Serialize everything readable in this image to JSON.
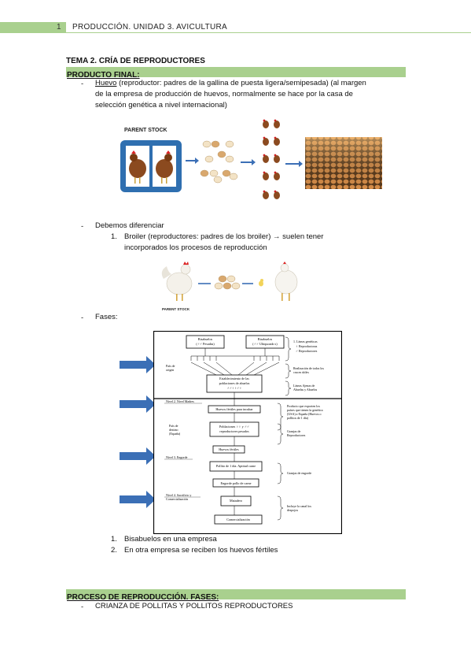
{
  "header": {
    "page_number": "1",
    "title": "PRODUCCIÓN. UNIDAD 3. AVICULTURA"
  },
  "tema_title": "TEMA 2. CRÍA DE REPRODUCTORES",
  "section1": {
    "label": "PRODUCTO FINAL:"
  },
  "bullet1": {
    "dash": "-",
    "underlined": "Huevo",
    "line1_rest": " (reproductor: padres de la gallina de puesta ligera/semipesada) (al margen",
    "line2": "de la empresa de producción de huevos, normalmente se hace por la casa de",
    "line3": "selección genética a nivel internacional)"
  },
  "figure1": {
    "label": "PARENT STOCK"
  },
  "bullet2": {
    "dash": "-",
    "text": "Debemos diferenciar",
    "sub1_num": "1.",
    "sub1_line1": "Broiler (reproductores: padres de los broiler) → suelen tener",
    "sub1_line2": "incorporados los procesos de reproducción"
  },
  "figure2": {
    "label": "PARENT STOCK"
  },
  "bullet3": {
    "dash": "-",
    "text": "Fases:"
  },
  "diagram": {
    "bisabuelos_left": [
      "Bisabuelos",
      "(♂♂ Pesadas)"
    ],
    "bisabuelos_right": [
      "Bisabuelos",
      "(♂♂ Ubiquoado s)"
    ],
    "establecimiento": [
      "Establecimiento de las",
      "poblaciones de abuelos",
      "♂♂♀♀♂♀"
    ],
    "pais_origen": [
      "País de",
      "origen"
    ],
    "huevos_fertiles_incubar": "Huevos fértiles para incubar",
    "poblaciones_reproductores": [
      "Poblaciones ♀♀ y ♂♂",
      "reproductores pesados"
    ],
    "pais_destino": [
      "País de",
      "destino",
      "(España)"
    ],
    "huevos_fertiles": "Huevos fértiles",
    "pollito_1dia": "Pollito de 1 día. Aptitud carne",
    "engorde": "Engorde pollo de carne",
    "matadero": "Matadero",
    "comercializacion": "Comercialización",
    "nivel2": "Nivel 2. Nivel Madres",
    "nivel3": "Nivel 3. Engorde",
    "nivel4": [
      "Nivel 4. Sacrificio y",
      "Comercialización"
    ],
    "right_lineas": [
      "1. Líneas genéticas",
      "♀ Reproductoras",
      "♂ Reproductores"
    ],
    "right_realizacion": [
      "Realización de todos los",
      "cruces útiles"
    ],
    "right_lineas_ajenas": [
      "Líneas Ajenas de",
      "Abuelas y Abuelos"
    ],
    "right_producto": [
      "Producto que exporten los",
      "países que tienen la genética",
      "(USA) a España (Huevos o",
      "pollitos de 1 día)"
    ],
    "right_granjas_rep": [
      "Granjas de",
      "Reproductores"
    ],
    "right_granjas_eng": "Granjas de engorde",
    "right_incluye": [
      "Incluye la canal   los",
      "despojos"
    ]
  },
  "list_after": [
    {
      "num": "1.",
      "text": "Bisabuelos en una empresa"
    },
    {
      "num": "2.",
      "text": "En otra empresa se reciben los huevos fértiles"
    }
  ],
  "section2": {
    "label": "PROCESO DE REPRODUCCIÓN. FASES:"
  },
  "bullet4": {
    "dash": "-",
    "text": "CRIANZA DE POLLITAS Y POLLITOS REPRODUCTORES"
  },
  "colors": {
    "green": "#a9d08e",
    "arrow_blue": "#3b6fb6",
    "frame_blue": "#2f6fb0"
  }
}
